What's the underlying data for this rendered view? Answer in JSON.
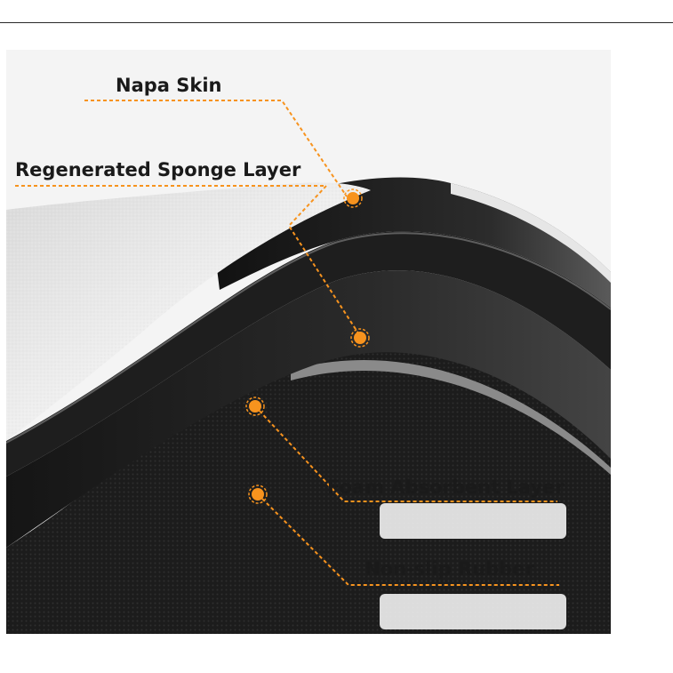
{
  "labels": {
    "napa_skin": "Napa Skin",
    "sponge": "Regenerated Sponge Layer",
    "foam": "Foam Absorbent Layer",
    "rubber": "Non-slip Rubber"
  },
  "colors": {
    "callout": "#f7931e",
    "text": "#1a1a1a"
  }
}
